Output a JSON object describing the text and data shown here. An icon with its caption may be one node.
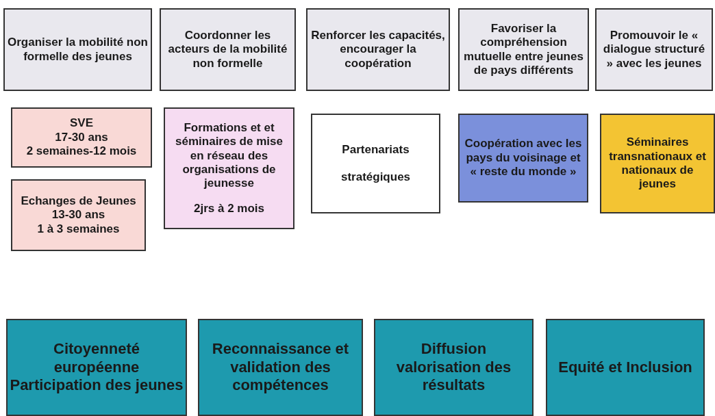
{
  "diagram": {
    "nodes": [
      {
        "text": [
          "Organiser la mobilité non formelle des jeunes"
        ]
      },
      {
        "text": [
          "Coordonner les acteurs de la mobilité non formelle"
        ]
      },
      {
        "text": [
          "Renforcer les capacités, encourager la coopération"
        ]
      },
      {
        "text": [
          "Favoriser la compréhension mutuelle entre jeunes de pays différents"
        ]
      },
      {
        "text": [
          "Promouvoir le « dialogue structuré » avec les jeunes"
        ]
      },
      {
        "text": [
          "SVE",
          "17-30 ans",
          "2 semaines-12 mois"
        ]
      },
      {
        "text": [
          "Echanges de Jeunes",
          "13-30 ans",
          "1 à 3 semaines"
        ]
      },
      {
        "text": [
          "Formations et et séminaires de mise en réseau des organisations de jeunesse",
          "2jrs à 2 mois"
        ]
      },
      {
        "text": [
          "Partenariats",
          "stratégiques"
        ]
      },
      {
        "text": [
          "Coopération avec les pays du voisinage et « reste du monde »"
        ]
      },
      {
        "text": [
          "Séminaires transnationaux et nationaux de jeunes"
        ]
      },
      {
        "text": [
          "Citoyenneté européenne Participation des jeunes"
        ]
      },
      {
        "text": [
          "Reconnaissance et validation des compétences"
        ]
      },
      {
        "text": [
          "Diffusion valorisation des résultats"
        ]
      },
      {
        "text": [
          "Equité et Inclusion"
        ]
      }
    ],
    "edges": []
  }
}
